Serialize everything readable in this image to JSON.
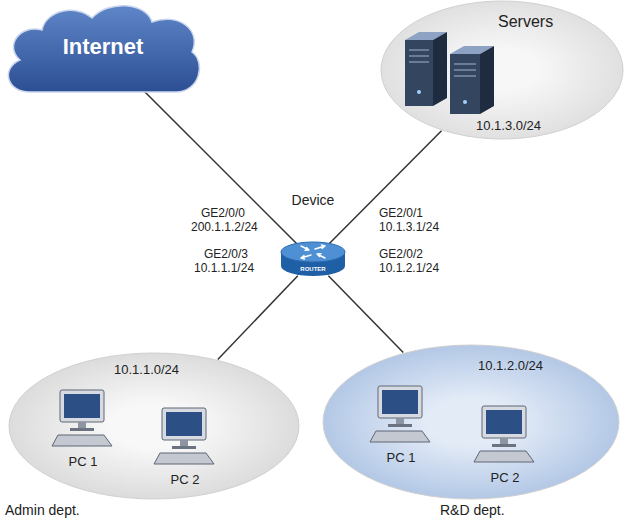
{
  "diagram": {
    "nodes": [
      {
        "text": [
          "Internet"
        ]
      },
      {
        "text": [
          "Servers",
          "10.1.3.0/24"
        ]
      },
      {
        "text": [
          "Device",
          "ROUTER"
        ]
      },
      {
        "text": [
          "10.1.1.0/24",
          "Admin dept."
        ]
      },
      {
        "text": [
          "PC 1"
        ],
        "in": 3
      },
      {
        "text": [
          "PC 2"
        ],
        "in": 3
      },
      {
        "text": [
          "10.1.2.0/24",
          "R&D dept."
        ]
      },
      {
        "text": [
          "PC 1"
        ],
        "in": 6
      },
      {
        "text": [
          "PC 2"
        ],
        "in": 6
      }
    ],
    "edges": [
      {
        "from": 2,
        "to": 0,
        "arrow": "none"
      },
      {
        "from": 2,
        "to": 1,
        "arrow": "none"
      },
      {
        "from": 2,
        "to": 3,
        "arrow": "none"
      },
      {
        "from": 2,
        "to": 6,
        "arrow": "none"
      }
    ],
    "labels": [
      "GE2/0/0",
      "200.1.1.2/24",
      "GE2/0/3",
      "10.1.1.1/24",
      "GE2/0/1",
      "10.1.3.1/24",
      "GE2/0/2",
      "10.1.2.1/24"
    ]
  }
}
